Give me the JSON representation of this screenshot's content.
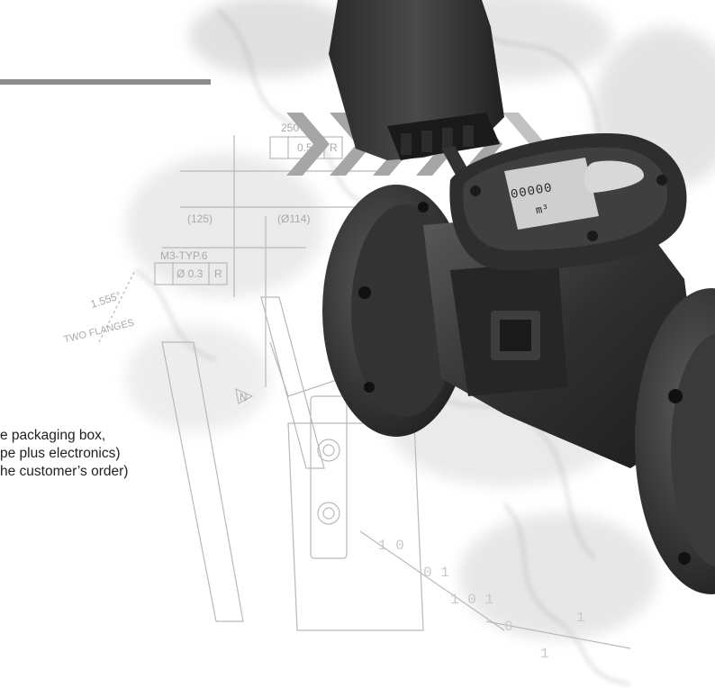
{
  "body_text": {
    "line1": "e packaging box,",
    "line2": "pe plus electronics)",
    "line3": "he customer’s order)"
  },
  "drawing": {
    "dim_250": "250",
    "tol_05": "0.5",
    "datum_r1": "R",
    "dim_125": "(125)",
    "dim_114": "(Ø114)",
    "m3_typ": "M3-TYP.6",
    "pos_tol": "Ø 0.3",
    "datum_r2": "R",
    "angle": "1.555°",
    "two_flanges": "TWO FLANGES",
    "n_label": "N"
  },
  "meter_display": {
    "digits": "00000",
    "unit": "m³"
  },
  "colors": {
    "rule": "#8c8c8c",
    "chevron": "#a6a6a6",
    "meter_body": "#3a3a3a"
  }
}
